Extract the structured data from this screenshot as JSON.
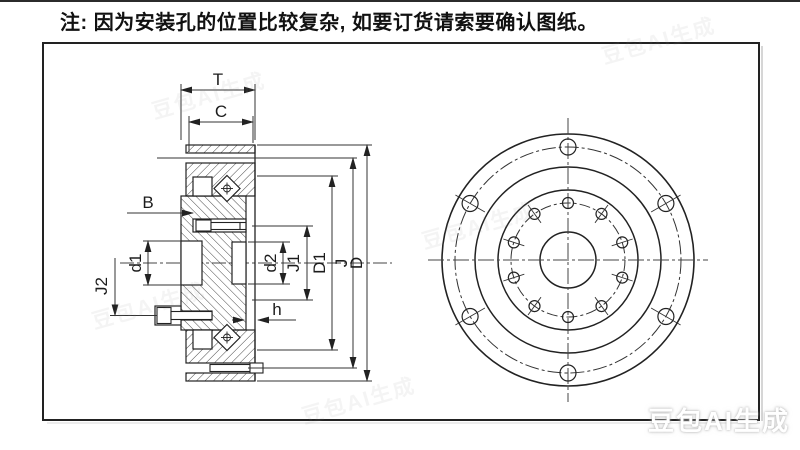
{
  "note": {
    "text": "注: 因为安装孔的位置比较复杂, 如要订货请索要确认图纸。"
  },
  "drawing": {
    "dims": {
      "T": "T",
      "C": "C",
      "B": "B",
      "J2": "J2",
      "d1": "d1",
      "d2": "d2",
      "J1": "J1",
      "D1": "D1",
      "J": "J",
      "D": "D",
      "h": "h"
    },
    "right_view": {
      "outer_bolt_holes": 6,
      "inner_bolt_holes": 10
    },
    "colors": {
      "line": "#222222",
      "thin_line": "#333333",
      "background": "#ffffff"
    }
  },
  "watermark": {
    "text": "豆包AI生成"
  }
}
